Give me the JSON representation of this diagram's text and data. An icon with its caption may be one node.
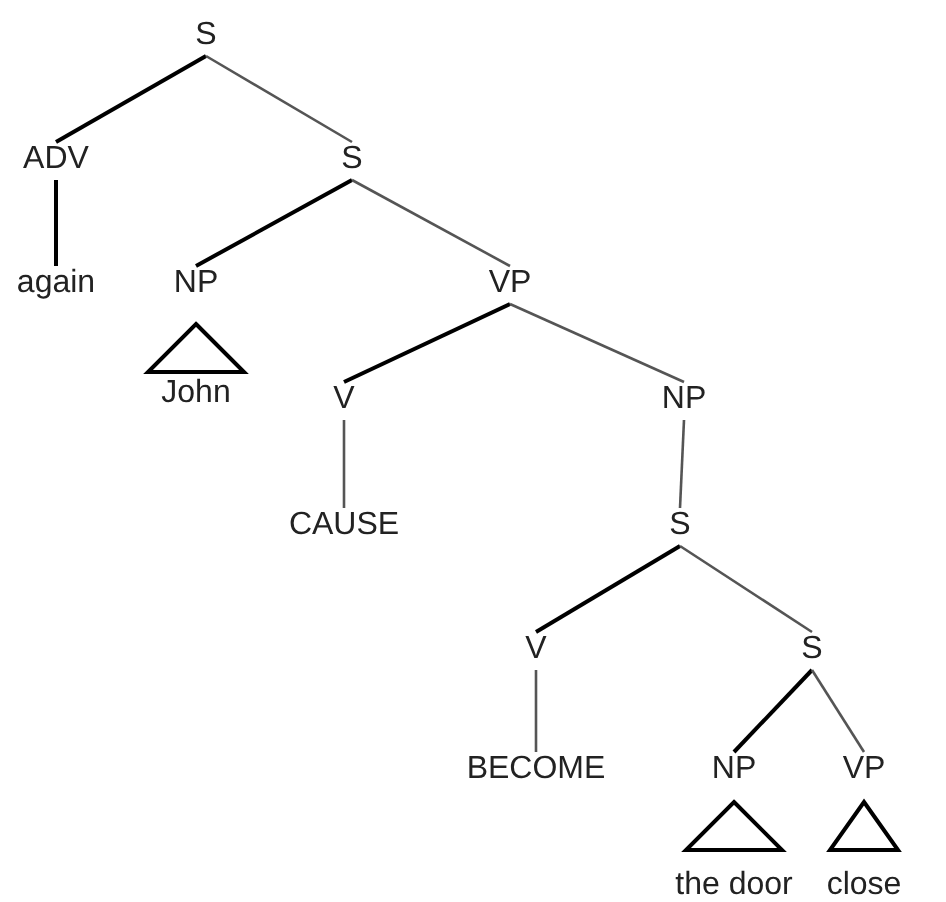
{
  "diagram": {
    "nodes": [
      {
        "text": [
          "S"
        ]
      },
      {
        "text": [
          "ADV"
        ]
      },
      {
        "text": [
          "S"
        ]
      },
      {
        "text": [
          "again"
        ]
      },
      {
        "text": [
          "NP"
        ]
      },
      {
        "text": [
          "VP"
        ]
      },
      {
        "text": [],
        "shape": "triangle"
      },
      {
        "text": [
          "John"
        ]
      },
      {
        "text": [
          "V"
        ]
      },
      {
        "text": [
          "NP"
        ]
      },
      {
        "text": [
          "CAUSE"
        ]
      },
      {
        "text": [
          "S"
        ]
      },
      {
        "text": [
          "V"
        ]
      },
      {
        "text": [
          "S"
        ]
      },
      {
        "text": [
          "BECOME"
        ]
      },
      {
        "text": [
          "NP"
        ]
      },
      {
        "text": [
          "VP"
        ]
      },
      {
        "text": [],
        "shape": "triangle"
      },
      {
        "text": [],
        "shape": "triangle"
      },
      {
        "text": [
          "the door"
        ]
      },
      {
        "text": [
          "close"
        ]
      }
    ],
    "edges": [
      {
        "from": 0,
        "to": 1,
        "arrow": "none",
        "color": "#000000"
      },
      {
        "from": 0,
        "to": 2,
        "arrow": "none"
      },
      {
        "from": 1,
        "to": 3,
        "arrow": "none",
        "color": "#000000"
      },
      {
        "from": 2,
        "to": 4,
        "arrow": "none",
        "color": "#000000"
      },
      {
        "from": 2,
        "to": 5,
        "arrow": "none"
      },
      {
        "from": 5,
        "to": 8,
        "arrow": "none",
        "color": "#000000"
      },
      {
        "from": 5,
        "to": 9,
        "arrow": "none"
      },
      {
        "from": 8,
        "to": 10,
        "arrow": "none"
      },
      {
        "from": 9,
        "to": 11,
        "arrow": "none"
      },
      {
        "from": 11,
        "to": 12,
        "arrow": "none",
        "color": "#000000"
      },
      {
        "from": 11,
        "to": 13,
        "arrow": "none"
      },
      {
        "from": 12,
        "to": 14,
        "arrow": "none"
      },
      {
        "from": 13,
        "to": 15,
        "arrow": "none",
        "color": "#000000"
      },
      {
        "from": 13,
        "to": 16,
        "arrow": "none"
      }
    ]
  }
}
